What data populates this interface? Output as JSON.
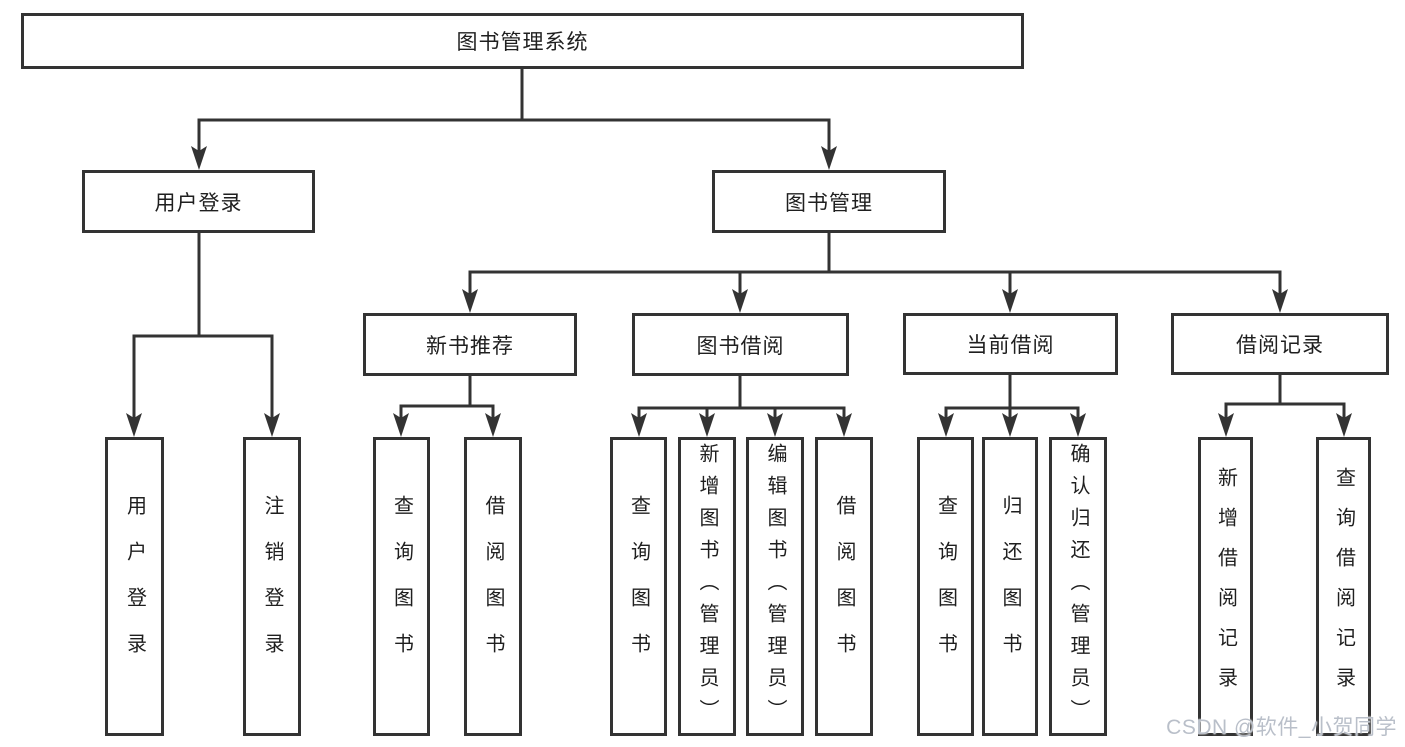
{
  "diagram": {
    "root": {
      "label": "图书管理系统"
    },
    "level2": [
      {
        "label": "用户登录"
      },
      {
        "label": "图书管理"
      }
    ],
    "level3": [
      {
        "label": "新书推荐"
      },
      {
        "label": "图书借阅"
      },
      {
        "label": "当前借阅"
      },
      {
        "label": "借阅记录"
      }
    ],
    "leaves": [
      {
        "label": "用户登录"
      },
      {
        "label": "注销登录"
      },
      {
        "label": "查询图书"
      },
      {
        "label": "借阅图书"
      },
      {
        "label": "查询图书"
      },
      {
        "label": "新增图书（管理员）"
      },
      {
        "label": "编辑图书（管理员）"
      },
      {
        "label": "借阅图书"
      },
      {
        "label": "查询图书"
      },
      {
        "label": "归还图书"
      },
      {
        "label": "确认归还（管理员）"
      },
      {
        "label": "新增借阅记录"
      },
      {
        "label": "查询借阅记录"
      }
    ]
  },
  "watermark": {
    "text": "CSDN @软件_小贺同学"
  },
  "colors": {
    "line": "#333333",
    "text": "#1f1f1f",
    "watermark": "#b9bfc9",
    "background": "#ffffff"
  }
}
